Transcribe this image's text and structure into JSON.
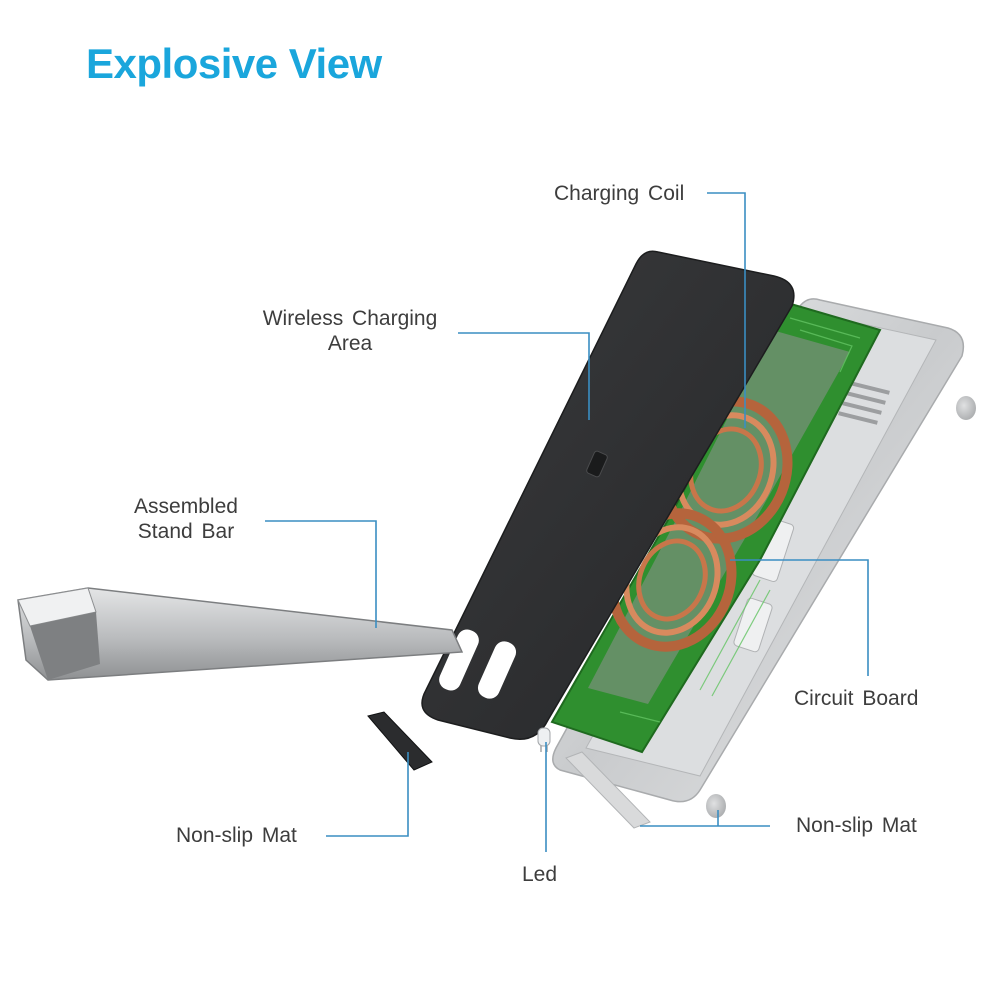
{
  "title": "Explosive View",
  "colors": {
    "title": "#1aa6dc",
    "leader": "#3a8ec2",
    "pad": "#2f3032",
    "coil": "#c8764a",
    "board": "#2f8f2f",
    "frame": "#d4d6d8"
  },
  "labels": {
    "charging_coil": "Charging Coil",
    "wireless_line1": "Wireless Charging",
    "wireless_line2": "Area",
    "stand_line1": "Assembled",
    "stand_line2": "Stand Bar",
    "circuit_board": "Circuit Board",
    "nonslip_left": "Non-slip Mat",
    "nonslip_right": "Non-slip Mat",
    "led": "Led"
  }
}
